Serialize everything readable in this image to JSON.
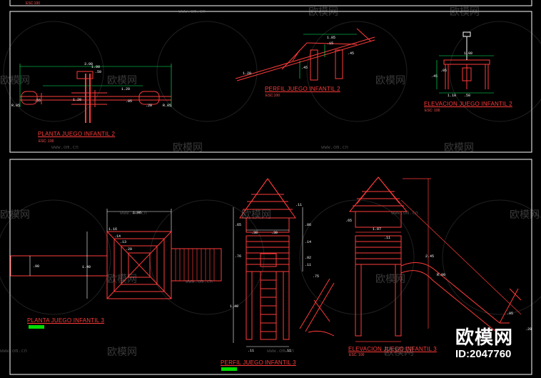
{
  "top_strip": {
    "scale": "ESC:100"
  },
  "panel_top": {
    "plan": {
      "title": "PLANTA JUEGO INFANTIL 2",
      "scale": "ESC: 100"
    },
    "profile": {
      "title": "PERFIL JUEGO INFANTIL 2",
      "scale": "ESC:100"
    },
    "elevation": {
      "title": "ELEVACION JUEGO INFANTIL 2",
      "scale": "ESC: 100"
    }
  },
  "panel_bottom": {
    "plan": {
      "title": "PLANTA JUEGO INFANTIL 3"
    },
    "profile": {
      "title": "PERFIL JUEGO INFANTIL 3"
    },
    "elevation": {
      "title": "ELEVACION JUEGO INFANTIL 3",
      "scale": "ESC: 100"
    }
  },
  "dimensions": {
    "plan2": [
      "3.00",
      "1.20",
      "1.20",
      "1.00",
      ".55",
      ".50",
      ".05",
      "R.05",
      "R.05",
      ".20"
    ],
    "profile2": [
      "1.85",
      ".15",
      ".45",
      ".45",
      "1.20"
    ],
    "elevation2": [
      "1.00",
      ".05",
      ".45",
      ".50",
      "1.10"
    ],
    "plan3": [
      "1.96",
      "1.40",
      ".90",
      "1.16",
      ".14",
      ".13",
      ".20"
    ],
    "profile3": [
      ".11",
      ".65",
      ".86",
      ".30",
      ".30",
      ".76",
      ".14",
      ".92",
      ".11",
      "1.40",
      ".75",
      ".11",
      ".11"
    ],
    "elevation3": [
      "1.07",
      ".11",
      ".65",
      "2.45",
      "R.90",
      ".20",
      ".95"
    ]
  },
  "watermark": {
    "brand": "欧模网",
    "url": "www.om.cn"
  },
  "brand_stamp": {
    "name": "欧模网",
    "id": "ID:2047760"
  },
  "colors": {
    "background": "#000000",
    "frame": "#ffffff",
    "drawing": "#ff3b3b",
    "dimension": "#00ff66",
    "title": "#ff3b3b",
    "bar": "#00dd00"
  }
}
